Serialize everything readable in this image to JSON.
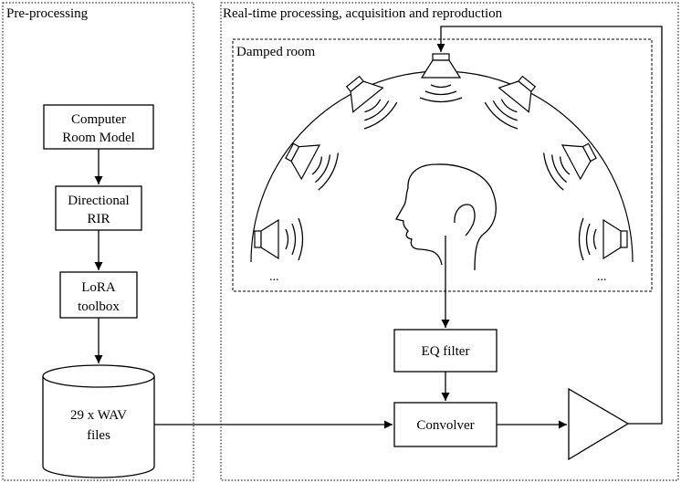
{
  "panels": {
    "preprocessing": {
      "title": "Pre-processing"
    },
    "realtime": {
      "title": "Real-time processing, acquisition and reproduction"
    },
    "damped_room": {
      "title": "Damped room"
    }
  },
  "blocks": {
    "room_model": {
      "line1": "Computer",
      "line2": "Room Model"
    },
    "directional_rir": {
      "line1": "Directional",
      "line2": "RIR"
    },
    "lora": {
      "line1": "LoRA",
      "line2": "toolbox"
    },
    "wav_files": {
      "line1": "29 x WAV",
      "line2": "files"
    },
    "eq_filter": {
      "label": "EQ filter"
    },
    "convolver": {
      "label": "Convolver"
    }
  },
  "ellipsis": {
    "left": "...",
    "right": "..."
  },
  "icons": {
    "speaker": "loudspeaker-icon",
    "head": "listener-head-icon",
    "amplifier": "amplifier-triangle-icon",
    "storage": "cylinder-storage-icon"
  }
}
